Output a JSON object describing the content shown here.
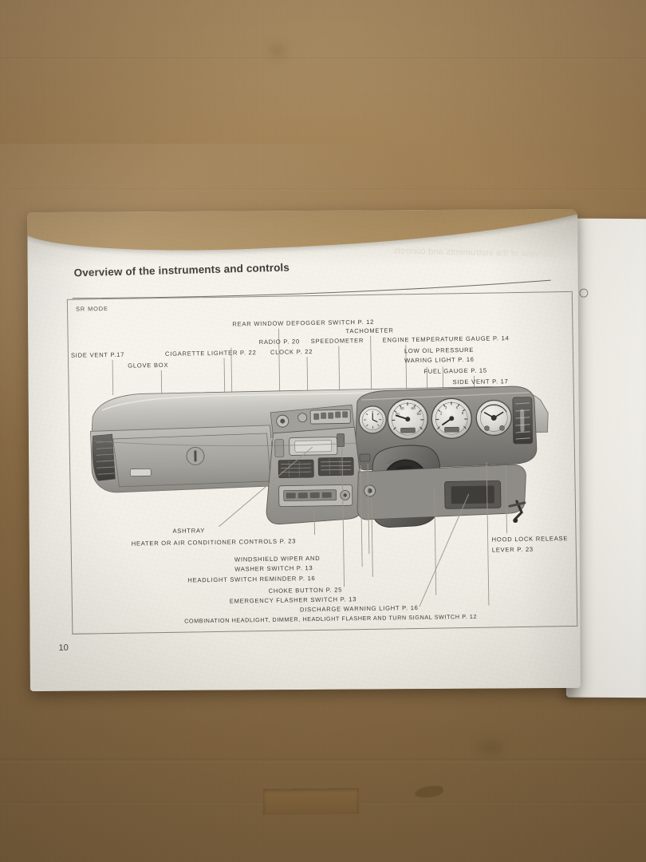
{
  "document": {
    "title": "Overview of the instruments and controls",
    "page_number": "10",
    "mode_label": "SR MODE",
    "show_through_text": "Overview of the instruments and controls"
  },
  "labels": {
    "top_left": [
      {
        "id": "side-vent-left",
        "text": "SIDE VENT P.17"
      },
      {
        "id": "glove-box",
        "text": "GLOVE BOX"
      },
      {
        "id": "cigarette-lighter",
        "text": "CIGARETTE LIGHTER P. 22"
      },
      {
        "id": "radio",
        "text": "RADIO P. 20"
      },
      {
        "id": "rear-window-defogger",
        "text": "REAR WINDOW DEFOGGER SWITCH P. 12"
      },
      {
        "id": "clock",
        "text": "CLOCK  P. 22"
      },
      {
        "id": "speedometer",
        "text": "SPEEDOMETER"
      },
      {
        "id": "tachometer",
        "text": "TACHOMETER"
      }
    ],
    "top_right": [
      {
        "id": "engine-temperature-gauge",
        "text": "ENGINE TEMPERATURE GAUGE P. 14"
      },
      {
        "id": "low-oil-pressure-line1",
        "text": "LOW OIL PRESSURE"
      },
      {
        "id": "low-oil-pressure-line2",
        "text": "WARING LIGHT P. 16"
      },
      {
        "id": "fuel-gauge",
        "text": "FUEL GAUGE P. 15"
      },
      {
        "id": "side-vent-right",
        "text": "SIDE VENT P. 17"
      }
    ],
    "bottom_left": [
      {
        "id": "ashtray",
        "text": "ASHTRAY"
      },
      {
        "id": "heater-ac-controls",
        "text": "HEATER OR AIR CONDITIONER CONTROLS P. 23"
      },
      {
        "id": "wiper-washer-line1",
        "text": "WINDSHIELD WIPER AND"
      },
      {
        "id": "wiper-washer-line2",
        "text": "WASHER SWITCH P. 13"
      },
      {
        "id": "headlight-switch-reminder",
        "text": "HEADLIGHT SWITCH REMINDER P. 16"
      },
      {
        "id": "choke-button",
        "text": "CHOKE BUTTON P. 25"
      },
      {
        "id": "emergency-flasher-switch",
        "text": "EMERGENCY FLASHER SWITCH P. 13"
      },
      {
        "id": "discharge-warning-light",
        "text": "DISCHARGE WARNING LIGHT P. 16"
      },
      {
        "id": "combination-switch",
        "text": "COMBINATION HEADLIGHT, DIMMER, HEADLIGHT FLASHER AND TURN SIGNAL SWITCH P. 12"
      }
    ],
    "bottom_right": [
      {
        "id": "hood-lock-release-line1",
        "text": "HOOD LOCK RELEASE"
      },
      {
        "id": "hood-lock-release-line2",
        "text": "LEVER P. 23"
      }
    ]
  },
  "colors": {
    "cardboard": "#9c7b50",
    "paper": "#f3f1e9",
    "ink": "#3b3833",
    "frame_line": "#8b877c",
    "leader_line": "#9a968c",
    "dash_light": "#c9c7c1",
    "dash_mid": "#9d9b95",
    "dash_dark": "#6e6c68",
    "dash_shadow": "#3e3d3a"
  }
}
